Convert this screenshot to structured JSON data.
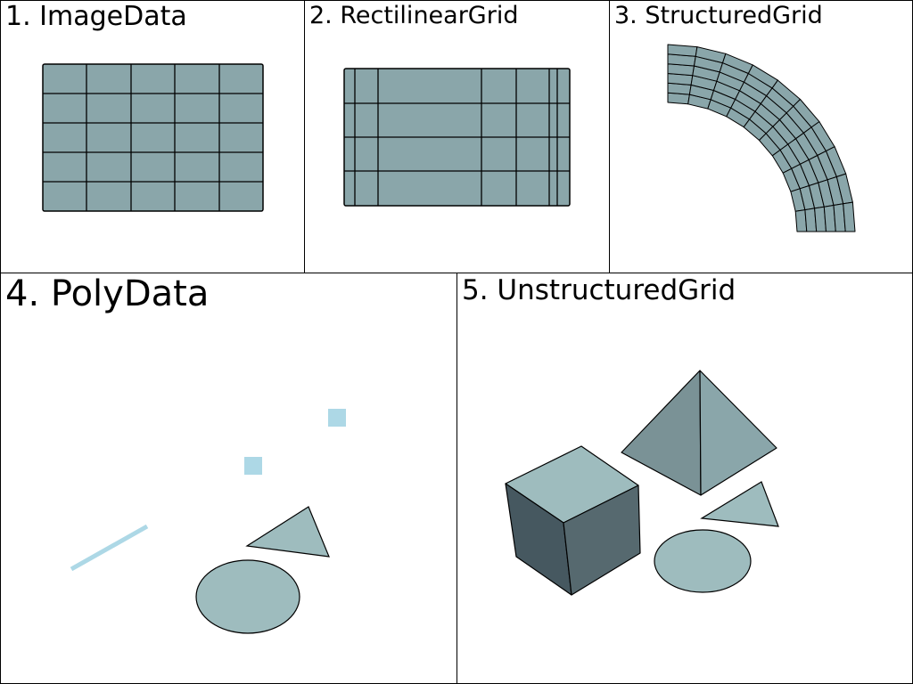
{
  "panels": [
    {
      "id": "image-data",
      "title": "1. ImageData"
    },
    {
      "id": "rectilinear-grid",
      "title": "2. RectilinearGrid"
    },
    {
      "id": "structured-grid",
      "title": "3. StructuredGrid"
    },
    {
      "id": "poly-data",
      "title": "4. PolyData"
    },
    {
      "id": "unstructured-grid",
      "title": "5. UnstructuredGrid"
    }
  ],
  "colors": {
    "surface": "#8aa6aa",
    "surface_light": "#9ebcbe",
    "surface_dark": "#465860",
    "surface_mid": "#56696f",
    "point_color": "#add8e6",
    "edge": "#000000",
    "background": "#ffffff"
  }
}
